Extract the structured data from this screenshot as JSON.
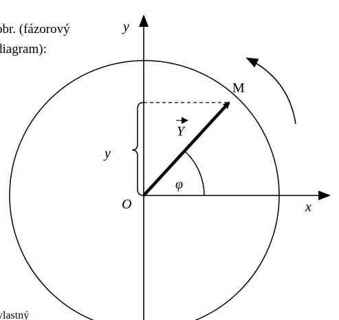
{
  "caption": {
    "line1": "obr. (fázorový",
    "line2": "diagram):",
    "bottom": "vlastný"
  },
  "diagram": {
    "y_axis_label": "y",
    "x_axis_label": "x",
    "origin_label": "O",
    "point_label": "M",
    "vector_label": "Y",
    "projection_label": "y",
    "angle_label": "φ",
    "colors": {
      "stroke": "#000000",
      "background": "#ffffff"
    },
    "elements": [
      "circle",
      "x-axis-arrow",
      "y-axis-arrow",
      "phasor-vector",
      "dashed-projection",
      "curly-brace",
      "angle-arc",
      "rotation-arrow"
    ]
  }
}
